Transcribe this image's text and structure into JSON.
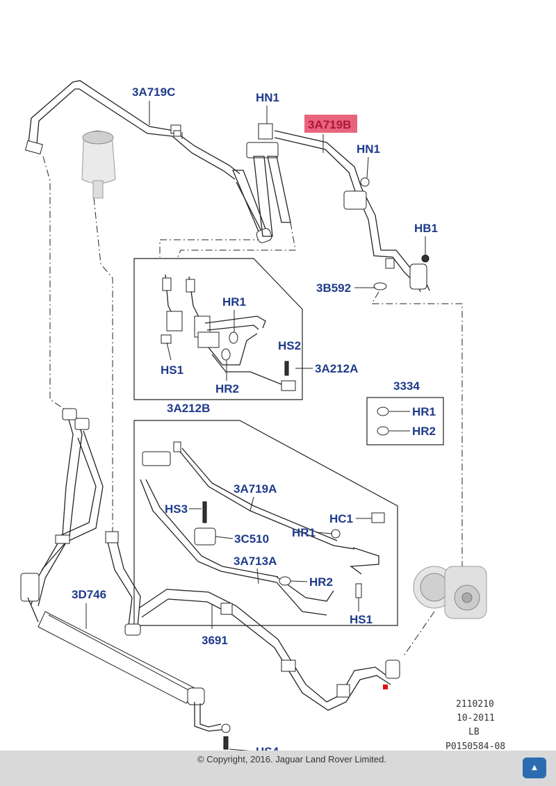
{
  "labels": {
    "a3a719c": "3A719C",
    "hn1_a": "HN1",
    "a3a719b": "3A719B",
    "hn1_b": "HN1",
    "hb1": "HB1",
    "b3b592": "3B592",
    "hr1_top": "HR1",
    "hs2": "HS2",
    "a3a212a": "3A212A",
    "hs1_top": "HS1",
    "hr2_top": "HR2",
    "k3334": "3334",
    "hr1_kit": "HR1",
    "hr2_kit": "HR2",
    "a3a212b": "3A212B",
    "a3a719a": "3A719A",
    "hs3": "HS3",
    "hc1": "HC1",
    "hr1_low": "HR1",
    "c3c510": "3C510",
    "a3a713a": "3A713A",
    "hr2_low": "HR2",
    "hs1_low": "HS1",
    "d3d746": "3D746",
    "n3691": "3691",
    "hs4": "HS4"
  },
  "meta": {
    "code1": "2110210",
    "date": "10-2011",
    "lb": "LB",
    "ref": "P0150584-08"
  },
  "highlight_color": "#e8647c",
  "label_color": "#1e3a8a",
  "copyright": "© Copyright, 2016. Jaguar Land Rover Limited.",
  "logo": "logo-icon"
}
